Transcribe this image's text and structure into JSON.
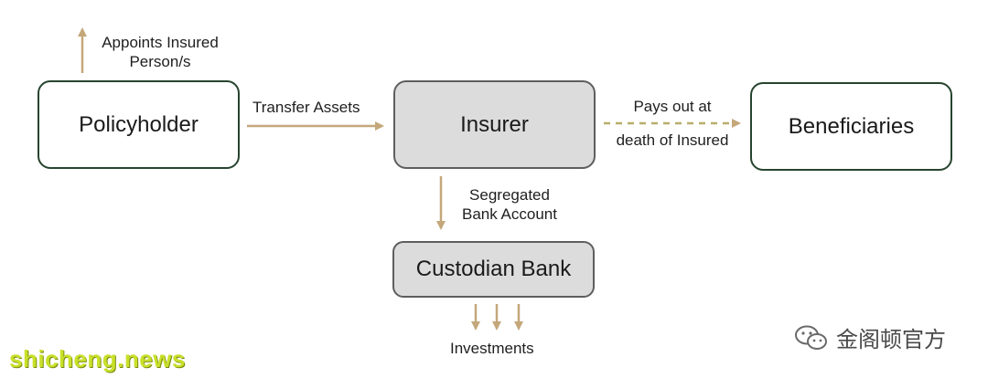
{
  "nodes": {
    "policyholder": "Policyholder",
    "insurer": "Insurer",
    "beneficiaries": "Beneficiaries",
    "custodian_bank": "Custodian Bank"
  },
  "labels": {
    "appoints_line1": "Appoints Insured",
    "appoints_line2": "Person/s",
    "transfer_assets": "Transfer Assets",
    "pays_out_line1": "Pays out at",
    "pays_out_line2": "death of Insured",
    "segregated_line1": "Segregated",
    "segregated_line2": "Bank Account",
    "investments": "Investments"
  },
  "watermark": {
    "text": "shicheng.news",
    "brand_text": "金阁顿官方",
    "brand_icon": "wechat-icon"
  },
  "colors": {
    "arrow": "#c4a77a",
    "box_border_white": "#27442f",
    "box_fill_grey": "#dcdcdc",
    "watermark": "#c9e02a"
  }
}
